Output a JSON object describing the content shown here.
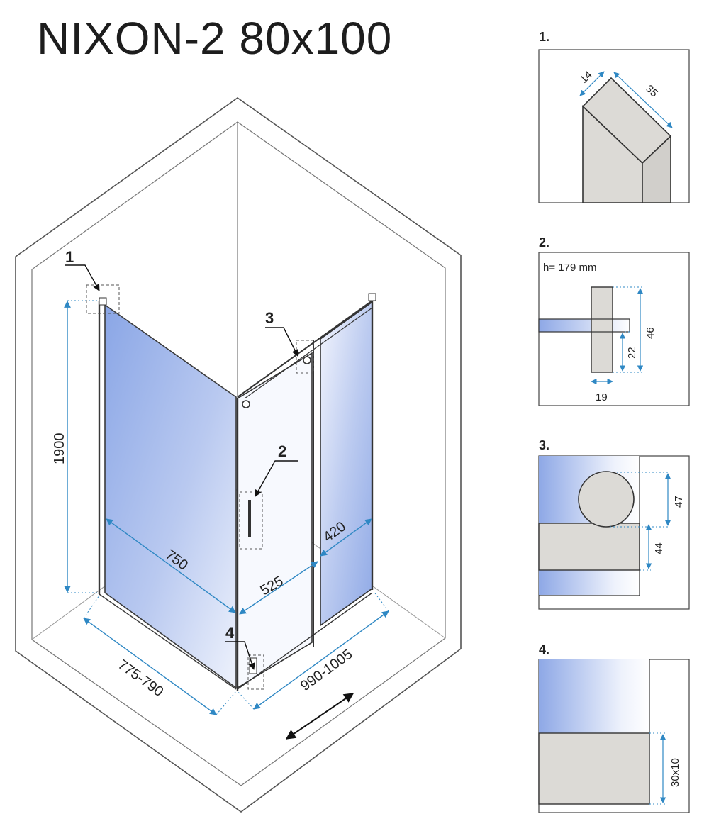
{
  "title": "NIXON-2 80x100",
  "main_view": {
    "callouts": [
      "1",
      "2",
      "3",
      "4"
    ],
    "dimensions": {
      "height": "1900",
      "fixed_side": "750",
      "door_width": "525",
      "fixed_front": "420",
      "side_range": "775-790",
      "front_range": "990-1005"
    }
  },
  "details": [
    {
      "number": "1.",
      "dims": [
        "14",
        "35"
      ]
    },
    {
      "number": "2.",
      "note": "h= 179 mm",
      "dims": [
        "46",
        "22",
        "19"
      ]
    },
    {
      "number": "3.",
      "dims": [
        "47",
        "44"
      ]
    },
    {
      "number": "4.",
      "dims": [
        "30x10"
      ]
    }
  ],
  "colors": {
    "glass": "#9fb6ea",
    "glass_light": "#e6ecfb",
    "profile": "#dcdad6",
    "line": "#333333",
    "dimension": "#2f88c4"
  }
}
